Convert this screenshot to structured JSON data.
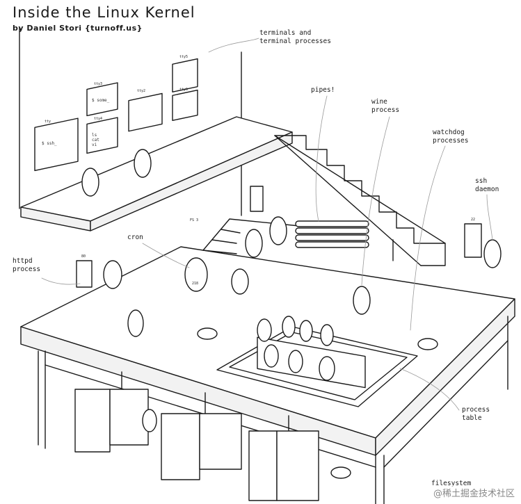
{
  "title": "Inside the Linux Kernel",
  "byline": "by Daniel Stori {turnoff.us}",
  "labels": {
    "terminals_line1": "terminals and",
    "terminals_line2": "terminal processes",
    "pipes": "pipes!",
    "wine_line1": "wine",
    "wine_line2": "process",
    "watchdog_line1": "watchdog",
    "watchdog_line2": "processes",
    "ssh_line1": "ssh",
    "ssh_line2": "daemon",
    "cron": "cron",
    "httpd_line1": "httpd",
    "httpd_line2": "process",
    "process_table_line1": "process",
    "process_table_line2": "table",
    "filesystem": "filesystem"
  },
  "tags": {
    "tty_small": "tty",
    "tty2": "tty2",
    "tty3": "tty3",
    "tty4": "tty4",
    "tty5": "tty5",
    "tty6": "tty6",
    "fs": "FS 3",
    "port80": "80",
    "port22": "22",
    "badge_218": "218"
  },
  "screens": {
    "s1": "$ ssh_",
    "s2": "$ some_",
    "s3": "ls\ncat\nvi"
  },
  "watermark": "@稀土掘金技术社区",
  "colors": {
    "ink": "#1a1a1a",
    "paper": "#ffffff",
    "shade": "#e8e8e8"
  }
}
